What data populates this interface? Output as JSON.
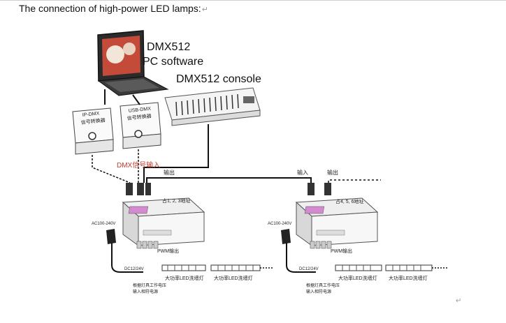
{
  "heading": {
    "text": "The connection of high-power LED lamps:",
    "mark": "↵"
  },
  "end_mark": "↵",
  "labels": {
    "pc_software_line1": "DMX512",
    "pc_software_line2": "PC software",
    "console": "DMX512 console",
    "ip_dmx_line1": "IP-DMX",
    "ip_dmx_line2": "信号转换器",
    "usb_dmx_line1": "USB-DMX",
    "usb_dmx_line2": "信号转换器",
    "dmx_input": "DMX信号输入",
    "output_1": "输出",
    "input_2": "输入",
    "output_2": "输出",
    "addr_1": "占1, 2, 3地址",
    "addr_2": "占4, 5, 6地址",
    "ac_1": "AC100-240V",
    "ac_2": "AC100-240V",
    "pwm_1": "PWM输出",
    "pwm_2": "PWM输出",
    "dc_1": "DC12/24V",
    "dc_2": "DC12/24V",
    "lamp_a": "大功率LED洗墙灯",
    "lamp_b": "大功率LED洗墙灯",
    "lamp_c": "大功率LED洗墙灯",
    "lamp_d": "大功率LED洗墙灯",
    "note_1_line1": "根据灯具工作电压",
    "note_1_line2": "输入相符电源",
    "note_2_line1": "根据灯具工作电压",
    "note_2_line2": "输入相符电源"
  }
}
